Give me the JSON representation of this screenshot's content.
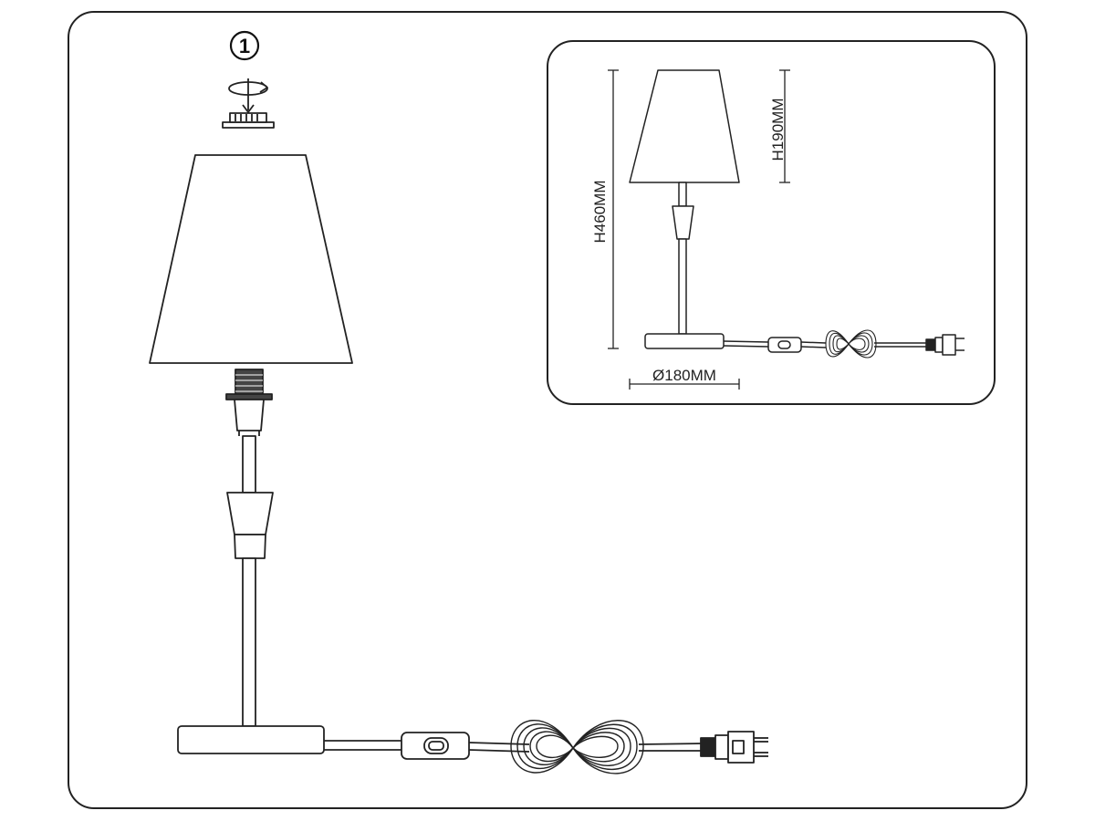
{
  "step": {
    "number": "1"
  },
  "dimensions": {
    "total_height": "H460MM",
    "shade_height": "H190MM",
    "base_diameter": "Ø180MM"
  },
  "colors": {
    "line": "#222222",
    "background": "#ffffff",
    "socket": "#444444"
  },
  "icons": [
    "rotate-arrow-icon",
    "shade-ring-icon",
    "plug-icon",
    "switch-icon"
  ]
}
